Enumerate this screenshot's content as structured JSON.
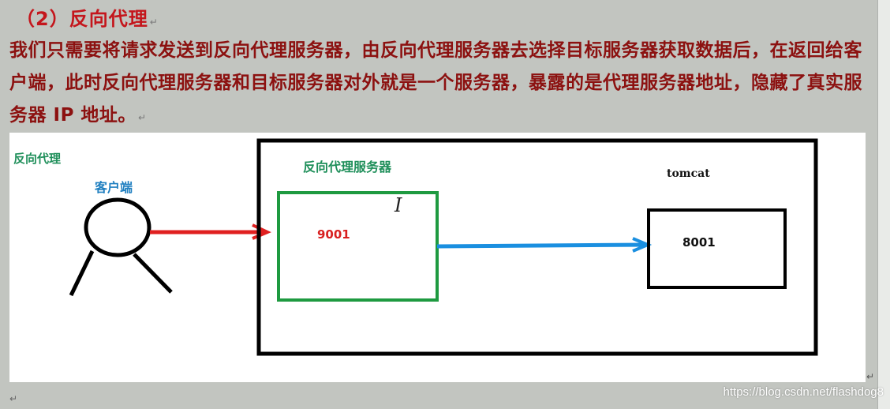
{
  "document": {
    "heading": "（2）反向代理",
    "paragraph": "我们只需要将请求发送到反向代理服务器，由反向代理服务器去选择目标服务器获取数据后，在返回给客户端，此时反向代理服务器和目标服务器对外就是一个服务器，暴露的是代理服务器地址，隐藏了真实服务器 IP 地址。",
    "paragraph_mark": "↵",
    "bottom_mark": "↵",
    "side_mark": "↵"
  },
  "diagram": {
    "section_label": "反向代理",
    "client_label": "客户端",
    "proxy_label": "反向代理服务器",
    "proxy_port": "9001",
    "server_label": "tomcat",
    "server_port": "8001",
    "cursor_glyph": "I"
  },
  "colors": {
    "heading": "#c4161c",
    "paragraph": "#8c1110",
    "proxy_box": "#1e9a40",
    "client_arrow": "#e02020",
    "server_arrow": "#1a8fe0",
    "outline": "#000000"
  },
  "watermark": "https://blog.csdn.net/flashdog8"
}
